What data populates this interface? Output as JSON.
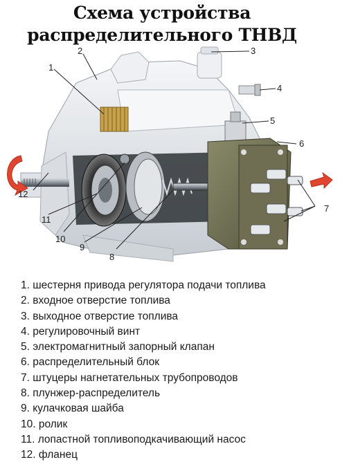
{
  "title": {
    "line1": "Схема устройства",
    "line2": "распределительного ТНВД"
  },
  "callouts": [
    "1",
    "2",
    "3",
    "4",
    "5",
    "6",
    "7",
    "8",
    "9",
    "10",
    "11",
    "12"
  ],
  "legend": [
    "1. шестерня привода регулятора подачи топлива",
    "2. входное отверстие топлива",
    "3. выходное отверстие топлива",
    "4. регулировочный винт",
    "5. электромагнитный запорный клапан",
    "6. распределительный блок",
    "7. штуцеры нагнетательных трубопроводов",
    "8. плунжер-распределитель",
    "9. кулачковая шайба",
    "10. ролик",
    "11. лопастной топливоподкачивающий насос",
    "12. фланец"
  ],
  "colors": {
    "housing": "#e9ecef",
    "housing_shadow": "#c9ced3",
    "block": "#6f6e52",
    "arrow_red": "#e0462f",
    "gear": "#c8a24a"
  }
}
